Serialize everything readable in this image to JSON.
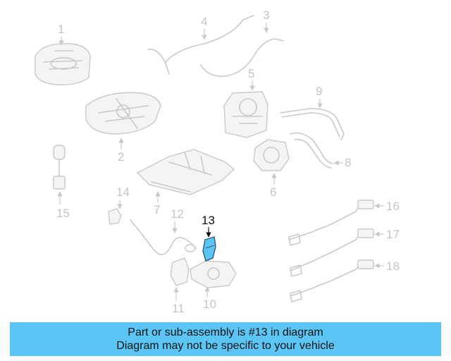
{
  "diagram": {
    "callouts": [
      "1",
      "2",
      "3",
      "4",
      "5",
      "6",
      "7",
      "8",
      "9",
      "10",
      "11",
      "12",
      "13",
      "14",
      "15",
      "16",
      "17",
      "18"
    ],
    "highlighted": "13",
    "highlight_color": "#5bc6f5"
  },
  "banner": {
    "line1": "Part or sub-assembly is #13 in diagram",
    "line2": "Diagram may not be specific to your vehicle",
    "color": "#5bc6f5"
  }
}
